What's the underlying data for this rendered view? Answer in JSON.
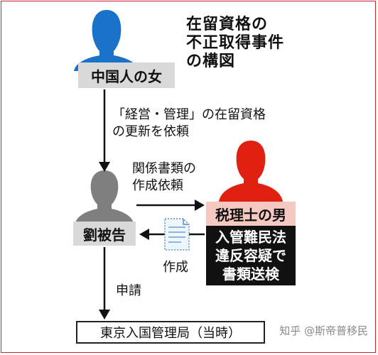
{
  "title": {
    "lines": [
      "在留資格の",
      "不正取得事件",
      "の構図"
    ]
  },
  "nodes": {
    "woman": {
      "label": "中国人の女",
      "color": "#1a73c8"
    },
    "liu": {
      "label": "劉被告",
      "color": "#7f7f7f"
    },
    "man": {
      "label": "税理士の男",
      "color": "#e02010"
    },
    "charge": {
      "lines": [
        "入管難民法",
        "違反容疑で",
        "書類送検"
      ]
    },
    "bureau": {
      "label": "東京入国管理局（当時）"
    }
  },
  "edges": {
    "woman_to_liu": {
      "lines": [
        "「経営・管理」の在留資格",
        "の更新を依頼"
      ]
    },
    "liu_to_man": {
      "lines": [
        "関係書類の",
        "作成依頼"
      ]
    },
    "man_to_liu": {
      "label": "作成"
    },
    "liu_to_bureau": {
      "label": "申請"
    }
  },
  "watermark": "知乎 @斯帝普移民",
  "colors": {
    "frame": "#c8272e",
    "man_label_bg": "#f6c8c2",
    "charge_bg": "#111111",
    "label_bg": "#d9d9d9"
  }
}
